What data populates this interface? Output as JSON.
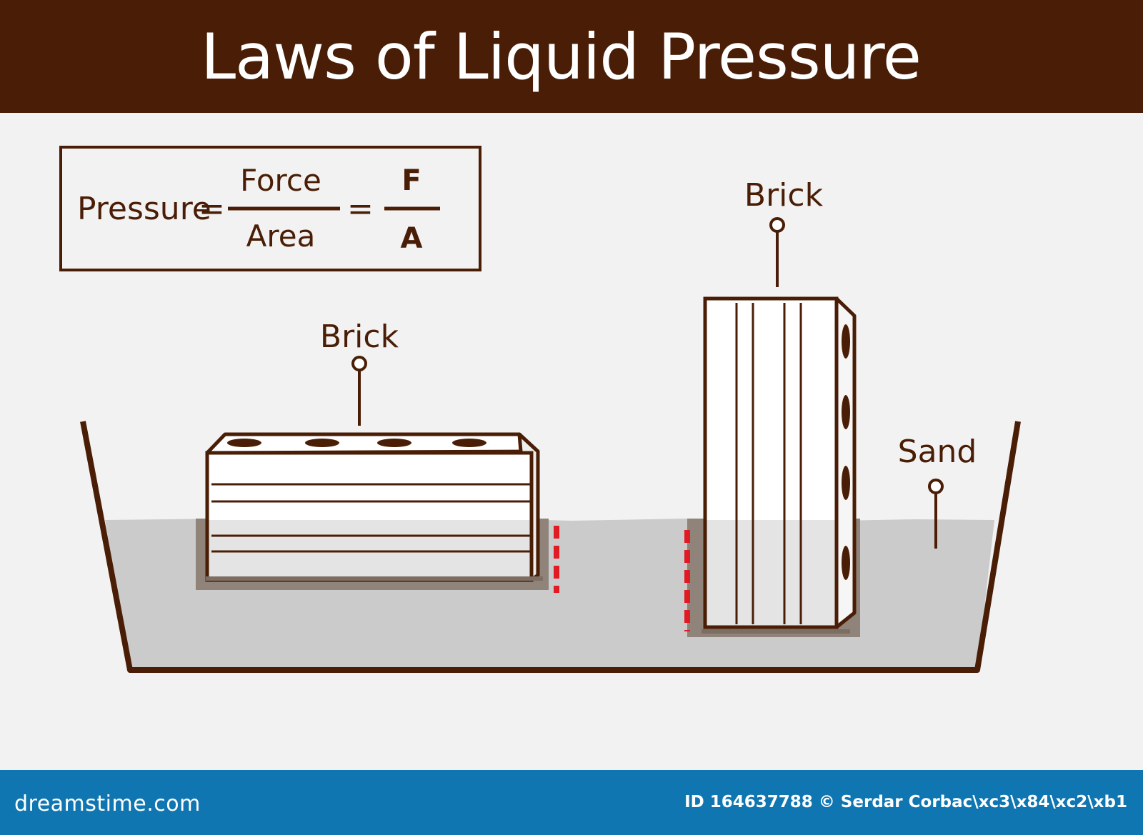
{
  "header": {
    "title": "Laws of Liquid Pressure"
  },
  "formula": {
    "lhs": "Pressure",
    "eq1": "=",
    "num1": "Force",
    "den1": "Area",
    "eq2": "=",
    "num2": "F",
    "den2": "A"
  },
  "labels": {
    "brick_flat": "Brick",
    "brick_upright": "Brick",
    "sand": "Sand"
  },
  "watermark": {
    "brand": "dreamstime",
    "footer_brand": "dreamstime.com",
    "credit": "ID 164637788 © Serdar Corbac\\xc3\\x84\\xc2\\xb1"
  },
  "colors": {
    "header_bg": "#4a1e06",
    "outline": "#4a1e06",
    "sand": "#cbcbcb",
    "depth_marker": "#e01b24",
    "footer_bg": "#1076b1",
    "background": "#f2f2f2"
  }
}
